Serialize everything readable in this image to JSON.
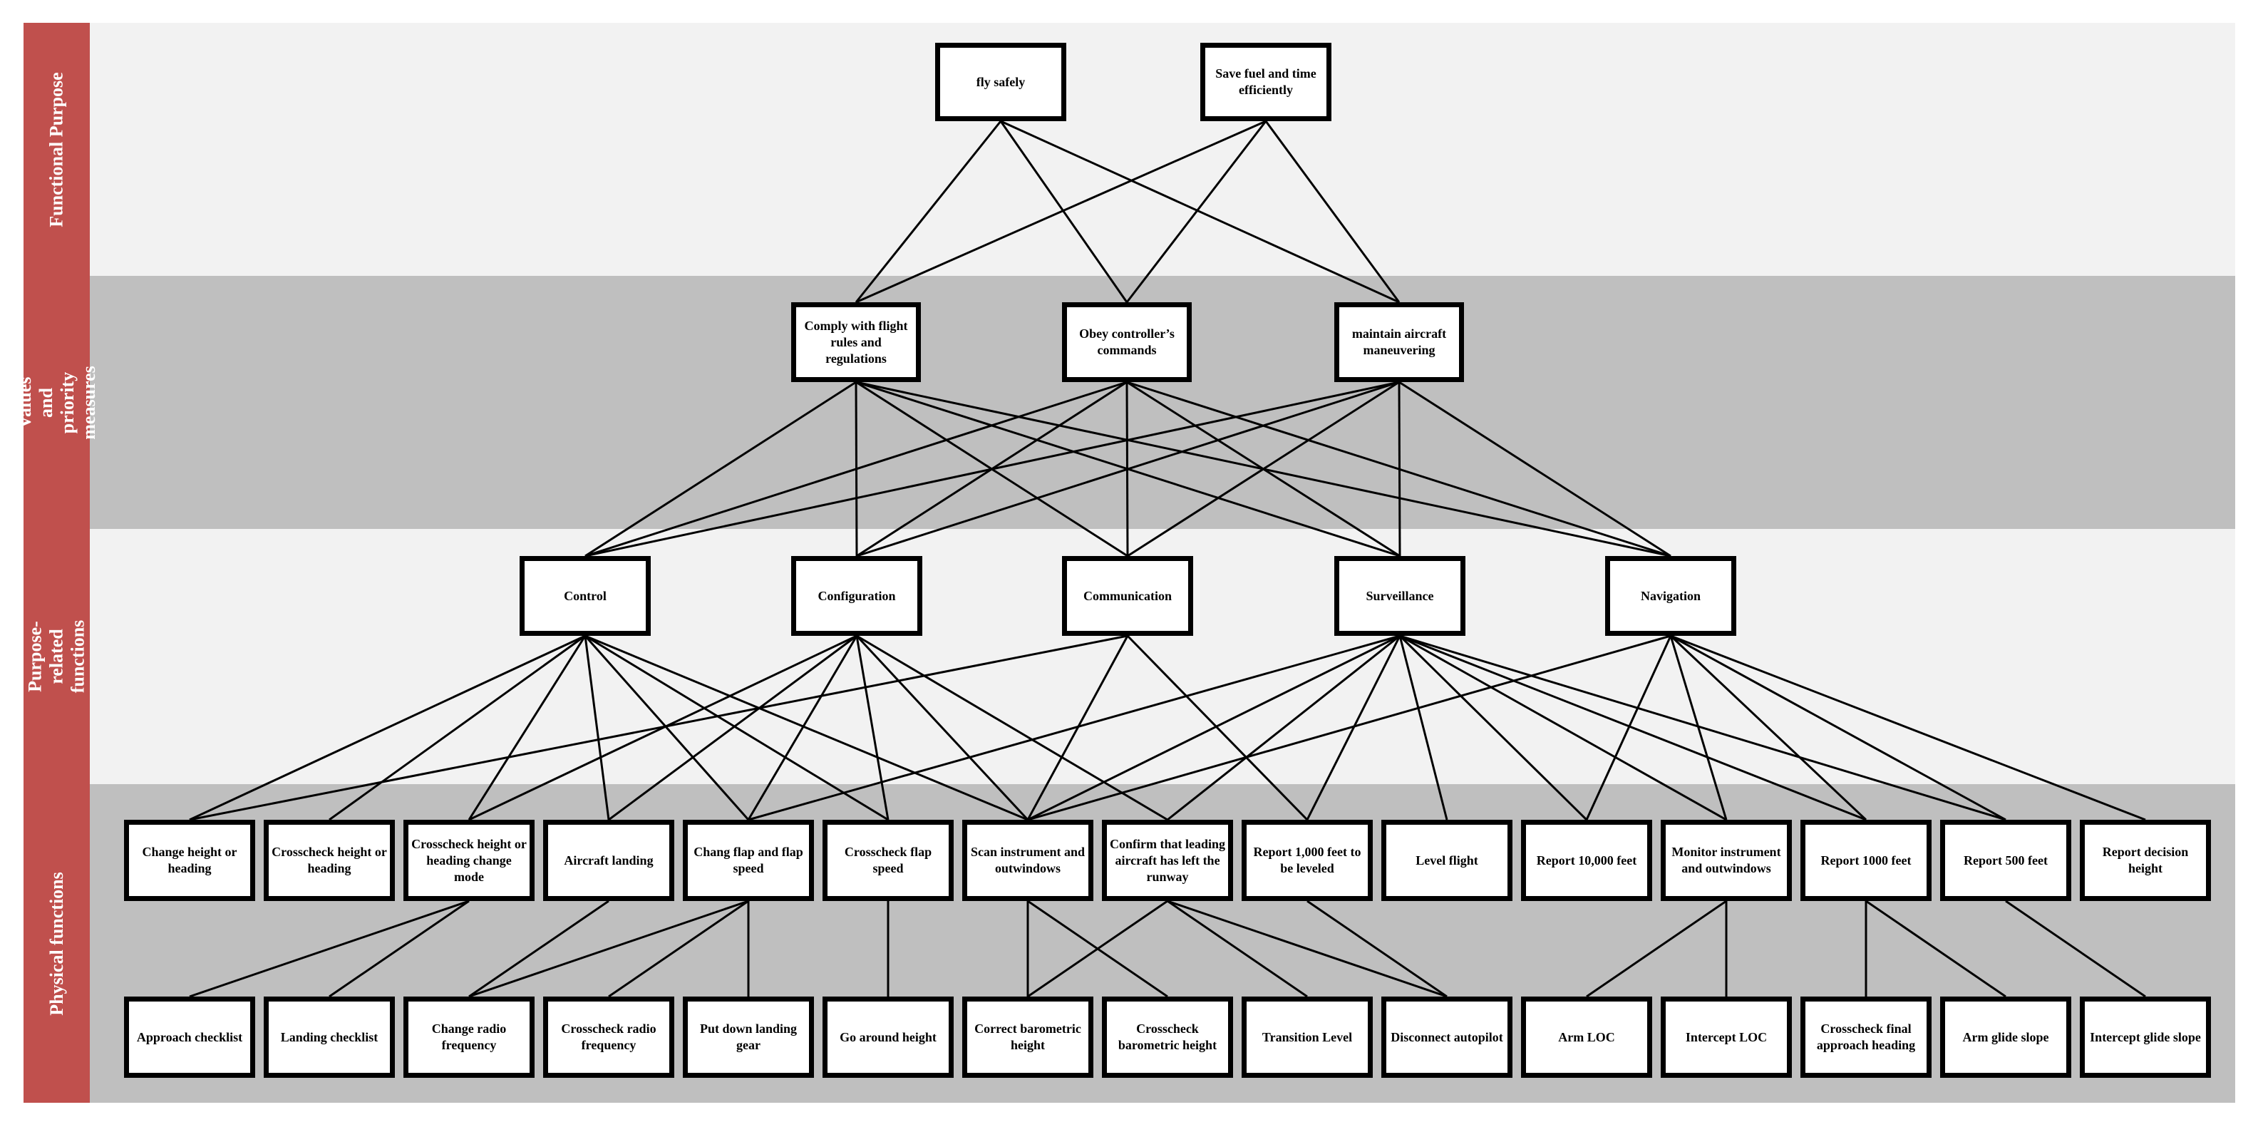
{
  "levels": [
    {
      "id": "functional",
      "label": "Functional Purpose"
    },
    {
      "id": "values",
      "label": "Values and priority measures"
    },
    {
      "id": "purpose",
      "label": "Purpose-related functions"
    },
    {
      "id": "physical",
      "label": "Physical functions"
    }
  ],
  "nodes": {
    "fly_safely": "fly safely",
    "save_fuel": "Save fuel and time efficiently",
    "comply": "Comply with flight rules and regulations",
    "obey": "Obey controller’s commands",
    "maintain": "maintain aircraft maneuvering",
    "control": "Control",
    "configuration": "Configuration",
    "communication": "Communication",
    "surveillance": "Surveillance",
    "navigation": "Navigation",
    "p1": "Change height or heading",
    "p2": "Crosscheck height or heading",
    "p3": "Crosscheck height or heading change mode",
    "p4": "Aircraft  landing",
    "p5": "Chang flap and flap speed",
    "p6": "Crosscheck  flap speed",
    "p7": "Scan instrument and outwindows",
    "p8": "Confirm that leading aircraft has left the runway",
    "p9": "Report 1,000 feet to be leveled",
    "p10": "Level flight",
    "p11": "Report 10,000 feet",
    "p12": "Monitor instrument and outwindows",
    "p13": "Report 1000 feet",
    "p14": "Report 500 feet",
    "p15": "Report decision height",
    "b1": "Approach checklist",
    "b2": "Landing checklist",
    "b3": "Change radio frequency",
    "b4": "Crosscheck radio frequency",
    "b5": "Put down landing gear",
    "b6": "Go around height",
    "b7": "Correct barometric height",
    "b8": "Crosscheck barometric height",
    "b9": "Transition Level",
    "b10": "Disconnect autopilot",
    "b11": "Arm LOC",
    "b12": "Intercept LOC",
    "b13": "Crosscheck final approach heading",
    "b14": "Arm glide slope",
    "b15": "Intercept glide slope"
  },
  "links": [
    [
      "fly_safely",
      "comply"
    ],
    [
      "fly_safely",
      "obey"
    ],
    [
      "fly_safely",
      "maintain"
    ],
    [
      "save_fuel",
      "comply"
    ],
    [
      "save_fuel",
      "obey"
    ],
    [
      "save_fuel",
      "maintain"
    ],
    [
      "comply",
      "control"
    ],
    [
      "comply",
      "configuration"
    ],
    [
      "comply",
      "communication"
    ],
    [
      "comply",
      "surveillance"
    ],
    [
      "comply",
      "navigation"
    ],
    [
      "obey",
      "control"
    ],
    [
      "obey",
      "configuration"
    ],
    [
      "obey",
      "communication"
    ],
    [
      "obey",
      "surveillance"
    ],
    [
      "obey",
      "navigation"
    ],
    [
      "maintain",
      "control"
    ],
    [
      "maintain",
      "configuration"
    ],
    [
      "maintain",
      "communication"
    ],
    [
      "maintain",
      "surveillance"
    ],
    [
      "maintain",
      "navigation"
    ],
    [
      "control",
      "p1"
    ],
    [
      "control",
      "p2"
    ],
    [
      "control",
      "p3"
    ],
    [
      "control",
      "p4"
    ],
    [
      "control",
      "p5"
    ],
    [
      "control",
      "p6"
    ],
    [
      "control",
      "p7"
    ],
    [
      "configuration",
      "p3"
    ],
    [
      "configuration",
      "p4"
    ],
    [
      "configuration",
      "p5"
    ],
    [
      "configuration",
      "p6"
    ],
    [
      "configuration",
      "p7"
    ],
    [
      "configuration",
      "p8"
    ],
    [
      "communication",
      "p1"
    ],
    [
      "communication",
      "p7"
    ],
    [
      "communication",
      "p9"
    ],
    [
      "surveillance",
      "p5"
    ],
    [
      "surveillance",
      "p7"
    ],
    [
      "surveillance",
      "p8"
    ],
    [
      "surveillance",
      "p9"
    ],
    [
      "surveillance",
      "p10"
    ],
    [
      "surveillance",
      "p11"
    ],
    [
      "surveillance",
      "p12"
    ],
    [
      "surveillance",
      "p13"
    ],
    [
      "surveillance",
      "p14"
    ],
    [
      "navigation",
      "p7"
    ],
    [
      "navigation",
      "p11"
    ],
    [
      "navigation",
      "p12"
    ],
    [
      "navigation",
      "p13"
    ],
    [
      "navigation",
      "p14"
    ],
    [
      "navigation",
      "p15"
    ],
    [
      "p3",
      "b1"
    ],
    [
      "p3",
      "b2"
    ],
    [
      "p4",
      "b3"
    ],
    [
      "p5",
      "b3"
    ],
    [
      "p5",
      "b4"
    ],
    [
      "p5",
      "b5"
    ],
    [
      "p6",
      "b6"
    ],
    [
      "p7",
      "b7"
    ],
    [
      "p8",
      "b7"
    ],
    [
      "p7",
      "b8"
    ],
    [
      "p8",
      "b10"
    ],
    [
      "p9",
      "b10"
    ],
    [
      "p8",
      "b9"
    ],
    [
      "p12",
      "b11"
    ],
    [
      "p12",
      "b12"
    ],
    [
      "p13",
      "b13"
    ],
    [
      "p13",
      "b14"
    ],
    [
      "p14",
      "b15"
    ]
  ]
}
